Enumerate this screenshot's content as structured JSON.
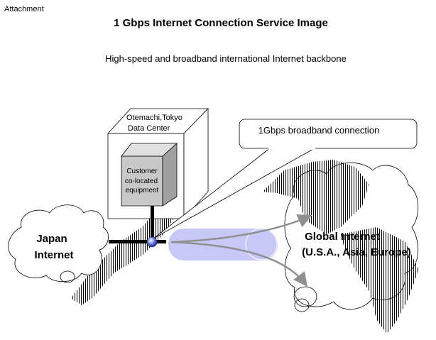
{
  "header": {
    "attachment_label": "Attachment",
    "title": "1 Gbps Internet Connection Service Image",
    "subtitle": "High-speed and broadband international Internet backbone"
  },
  "diagram": {
    "data_center": {
      "line1": "Otemachi,Tokyo",
      "line2": "Data Center"
    },
    "equipment": {
      "line1": "Customer",
      "line2": "co-located",
      "line3": "equipment"
    },
    "callout": "1Gbps broadband connection",
    "japan_cloud": {
      "line1": "Japan",
      "line2": "Internet"
    },
    "global_cloud": {
      "line1": "Global Internet",
      "line2": "(U.S.A., Asia, Europe)"
    },
    "colors": {
      "pipe": "#c8c8f8",
      "arrow": "#909090",
      "equipment": "#c8c8c8",
      "node": "#3040c0"
    }
  }
}
